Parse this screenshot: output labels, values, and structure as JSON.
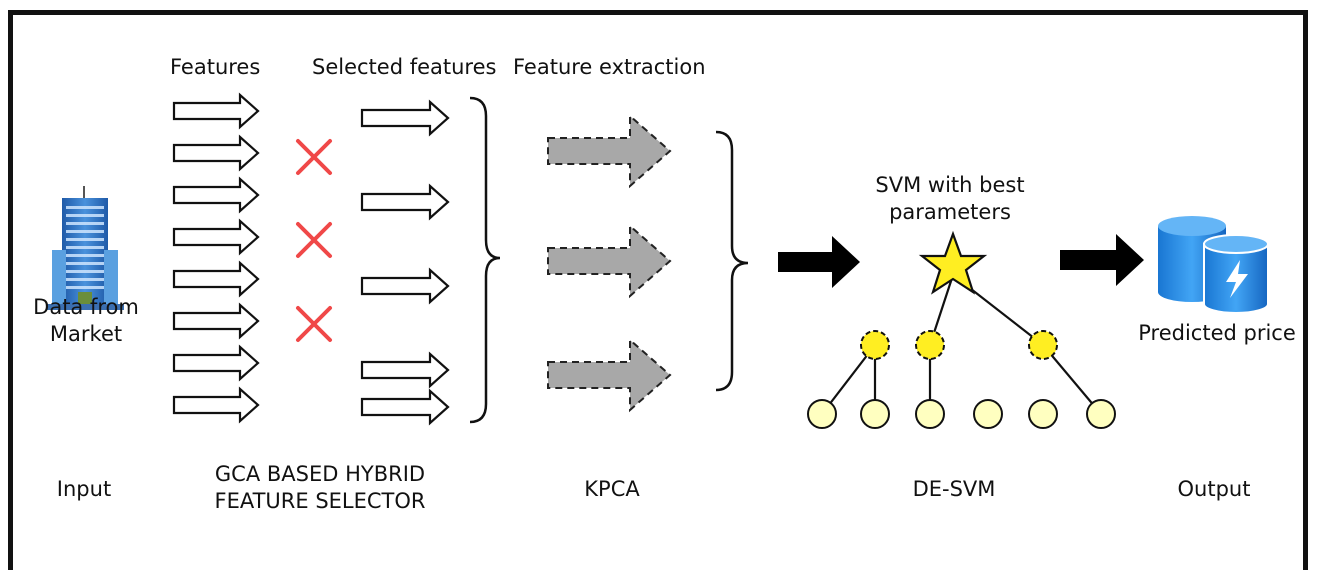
{
  "header_labels": {
    "features": "Features",
    "selected_features": "Selected features",
    "feature_extraction": "Feature extraction"
  },
  "input": {
    "label_line1": "Data from",
    "label_line2": "Market",
    "stage": "Input"
  },
  "selector": {
    "stage_line1": "GCA BASED HYBRID",
    "stage_line2": "FEATURE SELECTOR"
  },
  "kpca": {
    "stage": "KPCA"
  },
  "desvm": {
    "svm_line1": "SVM with best",
    "svm_line2": "parameters",
    "stage": "DE-SVM"
  },
  "output": {
    "predicted_label": "Predicted price",
    "stage": "Output"
  },
  "colors": {
    "reject_mark": "#f04848",
    "kpca_arrow_fill": "#a8a8a8",
    "star_fill": "#ffee22",
    "selected_node_fill": "#ffee22",
    "leaf_node_fill": "#ffffc0",
    "database_blue": "#1e88e5",
    "building_blue": "#2a6fc4"
  },
  "icons": [
    "building-icon",
    "outline-arrow-icon",
    "x-mark-icon",
    "brace-icon",
    "dashed-arrow-icon",
    "solid-arrow-icon",
    "star-icon",
    "tree-node-icon",
    "database-icon",
    "lightning-icon"
  ]
}
